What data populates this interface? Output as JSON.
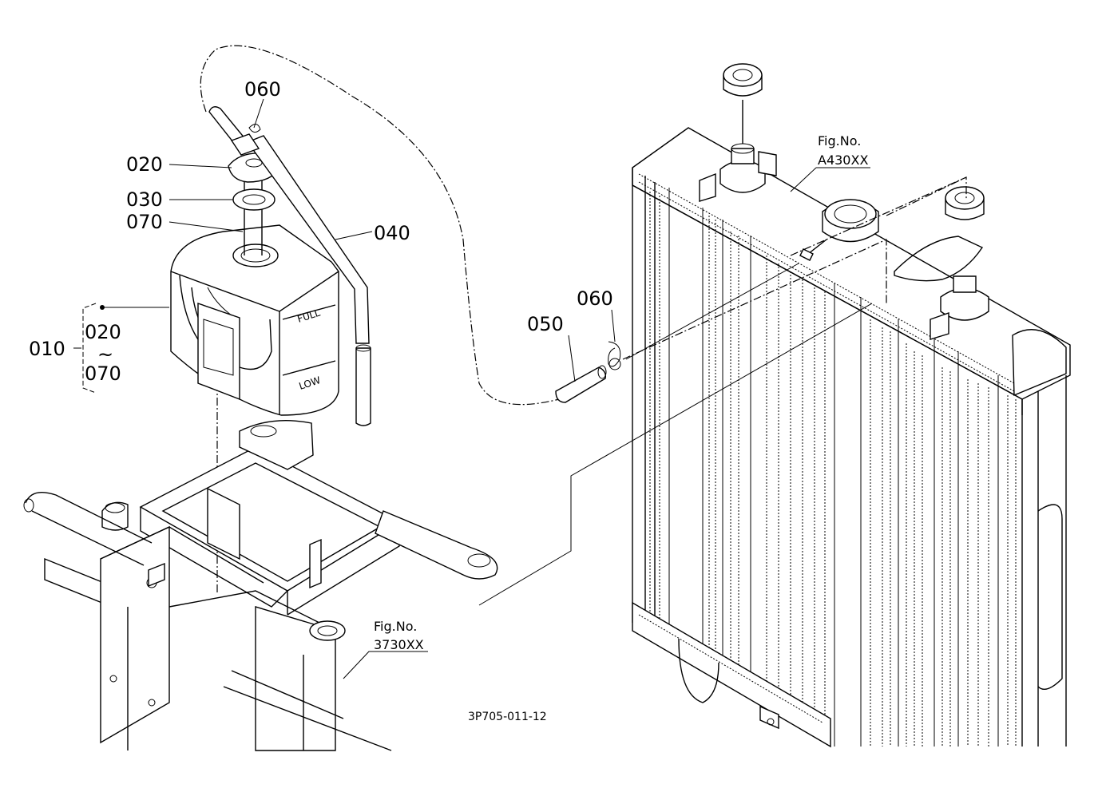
{
  "callouts": {
    "c060_top": "060",
    "c020_top": "020",
    "c030": "030",
    "c070": "070",
    "c040": "040",
    "c010": "010",
    "c020_range": "020",
    "tilde": "~",
    "c070_range": "070",
    "c050": "050",
    "c060_mid": "060"
  },
  "gauge": {
    "full": "FULL",
    "low": "LOW"
  },
  "refs": {
    "radiator_fig": "Fig.No.",
    "radiator_no": "A430XX",
    "frame_fig": "Fig.No.",
    "frame_no": "3730XX"
  },
  "doc_id": "3P705-011-12"
}
